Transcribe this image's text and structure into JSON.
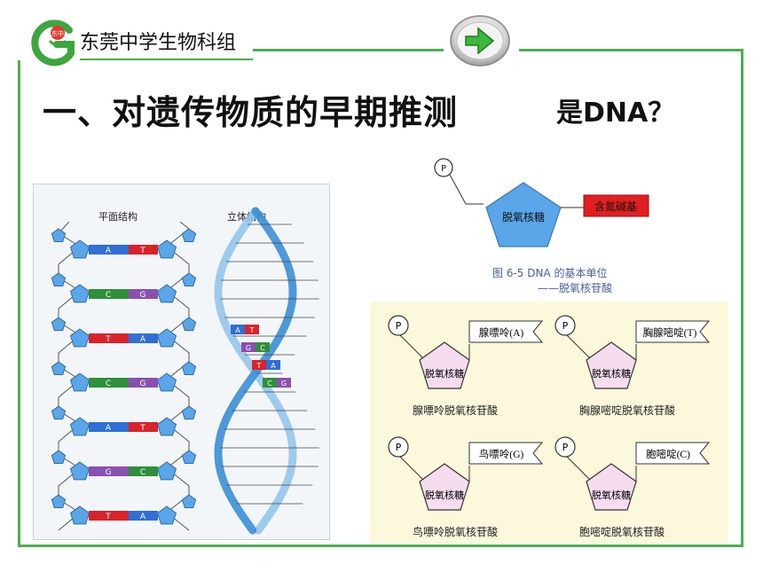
{
  "header": {
    "school_name": "东莞中学生物科组",
    "logo_text": "东中"
  },
  "title": {
    "main": "一、对遗传物质的早期推测",
    "question": "是DNA？"
  },
  "dna_figure": {
    "plane_label": "平面结构",
    "solid_label": "立体结构",
    "plane_pairs": [
      [
        "A",
        "T"
      ],
      [
        "C",
        "G"
      ],
      [
        "T",
        "A"
      ],
      [
        "C",
        "G"
      ],
      [
        "A",
        "T"
      ],
      [
        "G",
        "C"
      ],
      [
        "T",
        "A"
      ]
    ],
    "solid_pairs": [
      [
        "A",
        "T"
      ],
      [
        "G",
        "C"
      ],
      [
        "T",
        "A"
      ],
      [
        "C",
        "G"
      ]
    ]
  },
  "unit_figure": {
    "phosphate": "P",
    "sugar": "脱氧核糖",
    "base": "含氮碱基",
    "caption_line1": "图  6-5   DNA 的基本单位",
    "caption_line2": "——脱氧核苷酸"
  },
  "nucleotides": [
    {
      "phosphate": "P",
      "sugar": "脱氧核糖",
      "base": "腺嘌呤(A)",
      "name": "腺嘌呤脱氧核苷酸"
    },
    {
      "phosphate": "P",
      "sugar": "脱氧核糖",
      "base": "胸腺嘧啶(T)",
      "name": "胸腺嘧啶脱氧核苷酸"
    },
    {
      "phosphate": "P",
      "sugar": "脱氧核糖",
      "base": "鸟嘌呤(G)",
      "name": "鸟嘌呤脱氧核苷酸"
    },
    {
      "phosphate": "P",
      "sugar": "脱氧核糖",
      "base": "胞嘧啶(C)",
      "name": "胞嘧啶脱氧核苷酸"
    }
  ],
  "colors": {
    "frame": "#4caf50",
    "adenine": "#2f6fd6",
    "thymine": "#d8232a",
    "cytosine": "#2f8f3a",
    "guanine": "#8a4fb0",
    "sugar_blue": "#5aa6e8",
    "base_red": "#e02020",
    "sugar_pink": "#f6dcef"
  }
}
